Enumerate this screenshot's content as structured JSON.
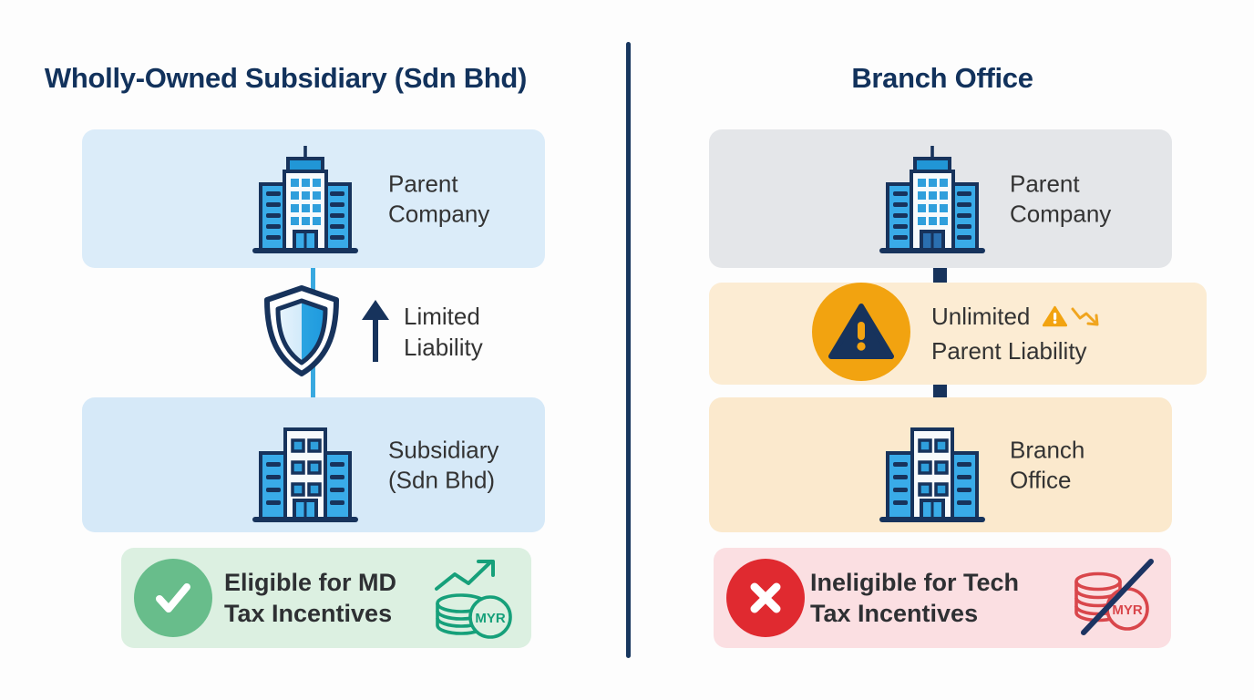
{
  "diagram": {
    "title_left": "Wholly-Owned Subsidiary (Sdn Bhd)",
    "title_right": "Branch Office",
    "divider_color": "#18375f"
  },
  "left_column": {
    "title": "Wholly-Owned Subsidiary (Sdn Bhd)",
    "top_card": {
      "label": "Parent\nCompany",
      "background": "#dbecf9",
      "icon": "office-building-icon"
    },
    "middle": {
      "label": "Limited\nLiability",
      "shield_icon": "shield-icon",
      "arrow_icon": "arrow-up-icon",
      "connector_color": "#39a9e0"
    },
    "bottom_card": {
      "label": "Subsidiary\n(Sdn Bhd)",
      "background": "#d6e9f8",
      "icon": "office-building-icon"
    },
    "badge": {
      "label": "Eligible for MD\nTax Incentives",
      "status_icon": "check-icon",
      "status_color": "#68bd8b",
      "background": "#dcf0e1",
      "money_icon": "coins-up-trend-icon",
      "money_currency": "MYR",
      "money_color": "#16a07a"
    }
  },
  "right_column": {
    "title": "Branch Office",
    "top_card": {
      "label": "Parent\nCompany",
      "background": "#e4e6e9",
      "icon": "office-building-icon"
    },
    "middle": {
      "label_line1": "Unlimited",
      "label_line2": "Parent Liability",
      "warning_icon": "warning-triangle-icon",
      "small_warning_icon": "warning-triangle-small-icon",
      "trend_down_icon": "arrow-trend-down-icon",
      "band_background": "#fcecd3",
      "circle_color": "#f2a310",
      "connector_color": "#17335c"
    },
    "bottom_card": {
      "label": "Branch\nOffice",
      "background": "#fbe9cd",
      "icon": "office-building-icon"
    },
    "badge": {
      "label": "Ineligible for Tech\nTax Incentives",
      "status_icon": "cross-icon",
      "status_color": "#e02a30",
      "background": "#fbdfe2",
      "money_icon": "coins-crossed-out-icon",
      "money_currency": "MYR",
      "money_color": "#d9464b",
      "slash_color": "#1c3462"
    }
  }
}
